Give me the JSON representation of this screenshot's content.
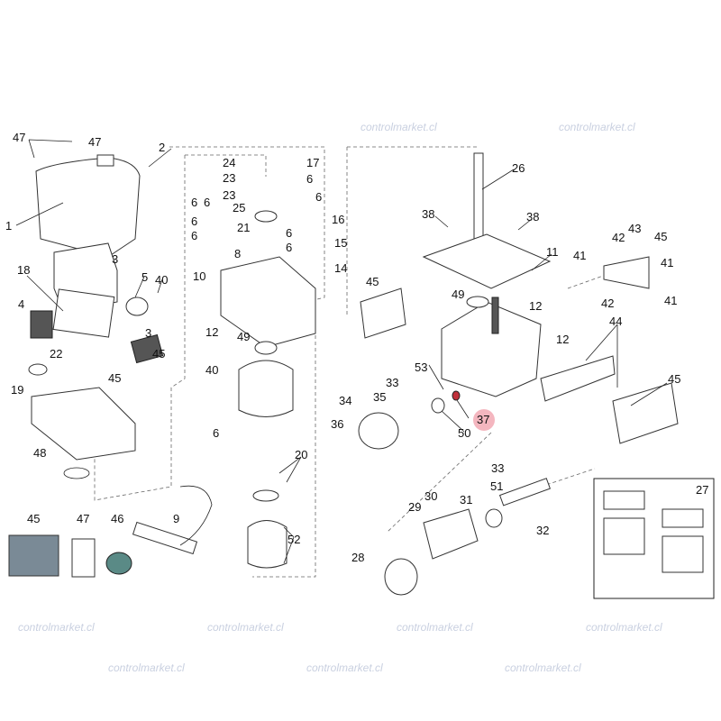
{
  "watermark": "controlmarket.cl",
  "highlight": {
    "label": "37",
    "color": "#f4b6bf",
    "part_color": "#c0303a"
  },
  "labels": {
    "left": [
      "47",
      "47",
      "2",
      "1",
      "3",
      "18",
      "5",
      "40",
      "4",
      "3",
      "22",
      "45",
      "45",
      "19",
      "48"
    ],
    "middle": [
      "24",
      "17",
      "23",
      "6",
      "23",
      "6",
      "25",
      "6",
      "6",
      "16",
      "6",
      "21",
      "6",
      "6",
      "15",
      "6",
      "8",
      "14",
      "10",
      "12",
      "49",
      "40",
      "6",
      "20",
      "52",
      "9"
    ],
    "right": [
      "26",
      "38",
      "38",
      "11",
      "41",
      "42",
      "43",
      "45",
      "41",
      "42",
      "41",
      "45",
      "49",
      "12",
      "12",
      "44",
      "53",
      "33",
      "35",
      "34",
      "50",
      "37",
      "45",
      "36",
      "33",
      "27",
      "30",
      "31",
      "51",
      "29",
      "32",
      "28"
    ],
    "bottom": [
      "45",
      "47",
      "46"
    ]
  }
}
